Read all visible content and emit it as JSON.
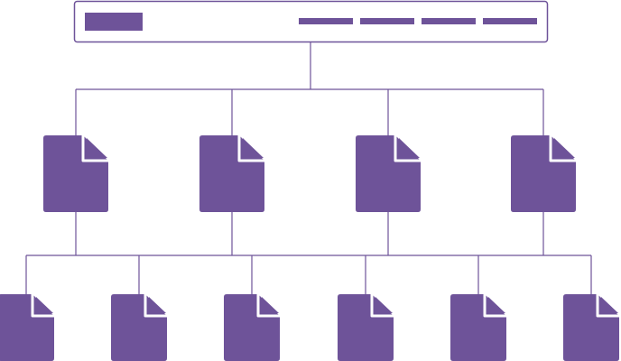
{
  "colors": {
    "accent": "#6e5399",
    "line": "#6e5399",
    "background": "#ffffff",
    "page_fold": "#ffffff"
  },
  "header_bar": {
    "logo_icon": "logo-block",
    "nav_items": [
      "nav-placeholder",
      "nav-placeholder",
      "nav-placeholder",
      "nav-placeholder"
    ]
  },
  "level_1_pages": [
    {
      "icon": "document-icon"
    },
    {
      "icon": "document-icon"
    },
    {
      "icon": "document-icon"
    },
    {
      "icon": "document-icon"
    }
  ],
  "level_2_pages": [
    {
      "icon": "document-icon"
    },
    {
      "icon": "document-icon"
    },
    {
      "icon": "document-icon"
    },
    {
      "icon": "document-icon"
    },
    {
      "icon": "document-icon"
    },
    {
      "icon": "document-icon"
    }
  ]
}
